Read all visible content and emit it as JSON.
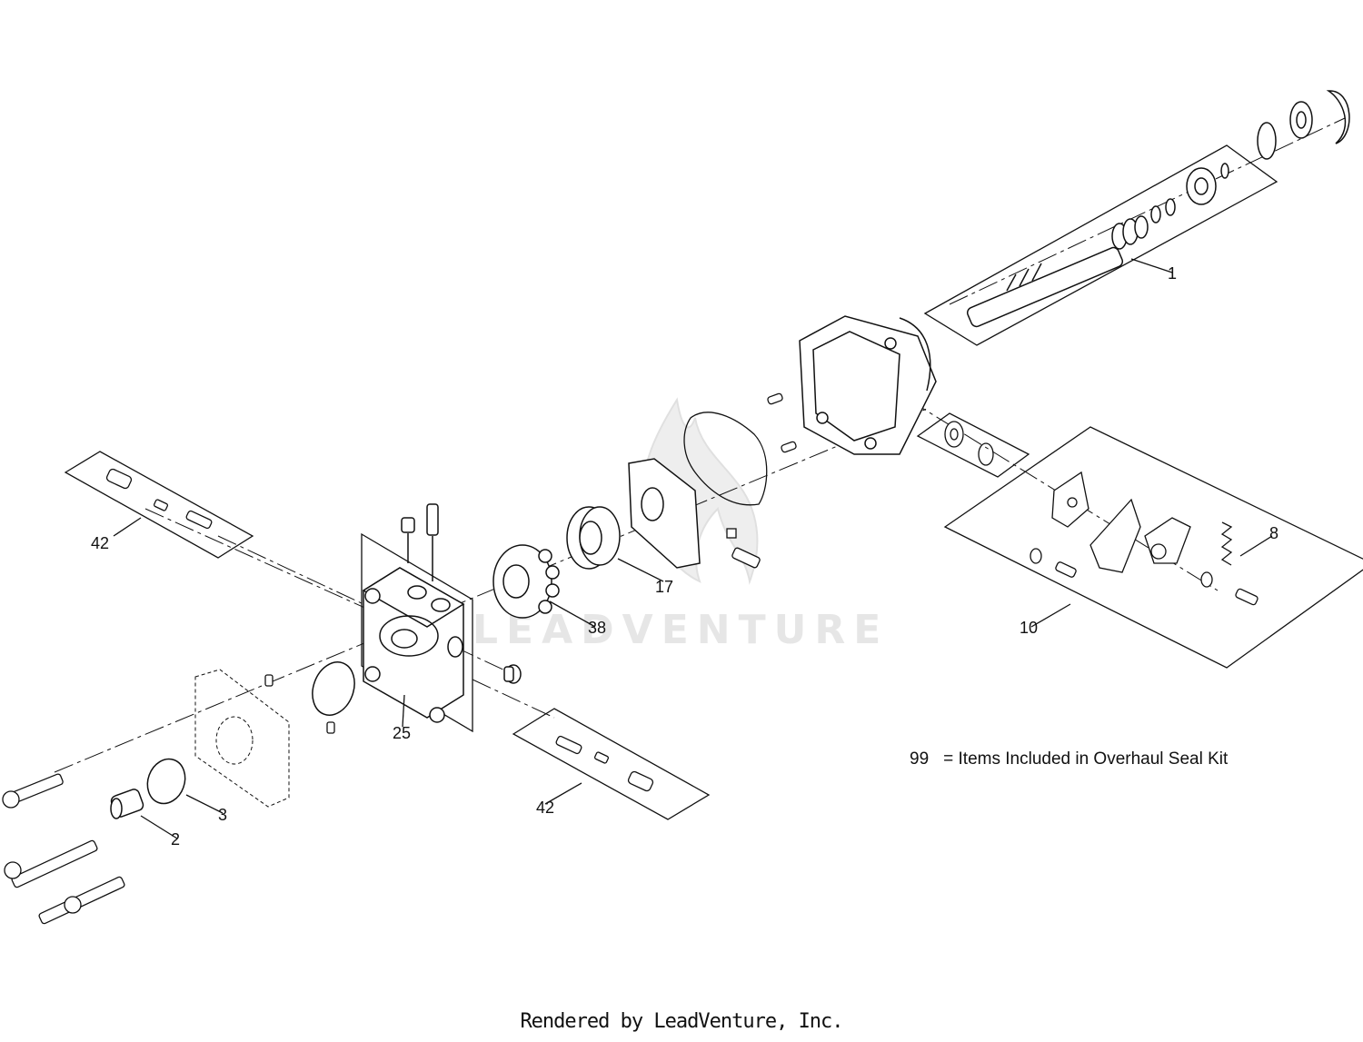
{
  "callouts": [
    "1",
    "42",
    "17",
    "38",
    "8",
    "10",
    "25",
    "42",
    "3",
    "2"
  ],
  "legend": {
    "number": "99",
    "text": "= Items Included in Overhaul Seal Kit"
  },
  "footer": "Rendered by LeadVenture, Inc.",
  "watermark": "LEADVENTURE",
  "colors": {
    "line": "#111111",
    "watermark": "#e6e6e6"
  }
}
